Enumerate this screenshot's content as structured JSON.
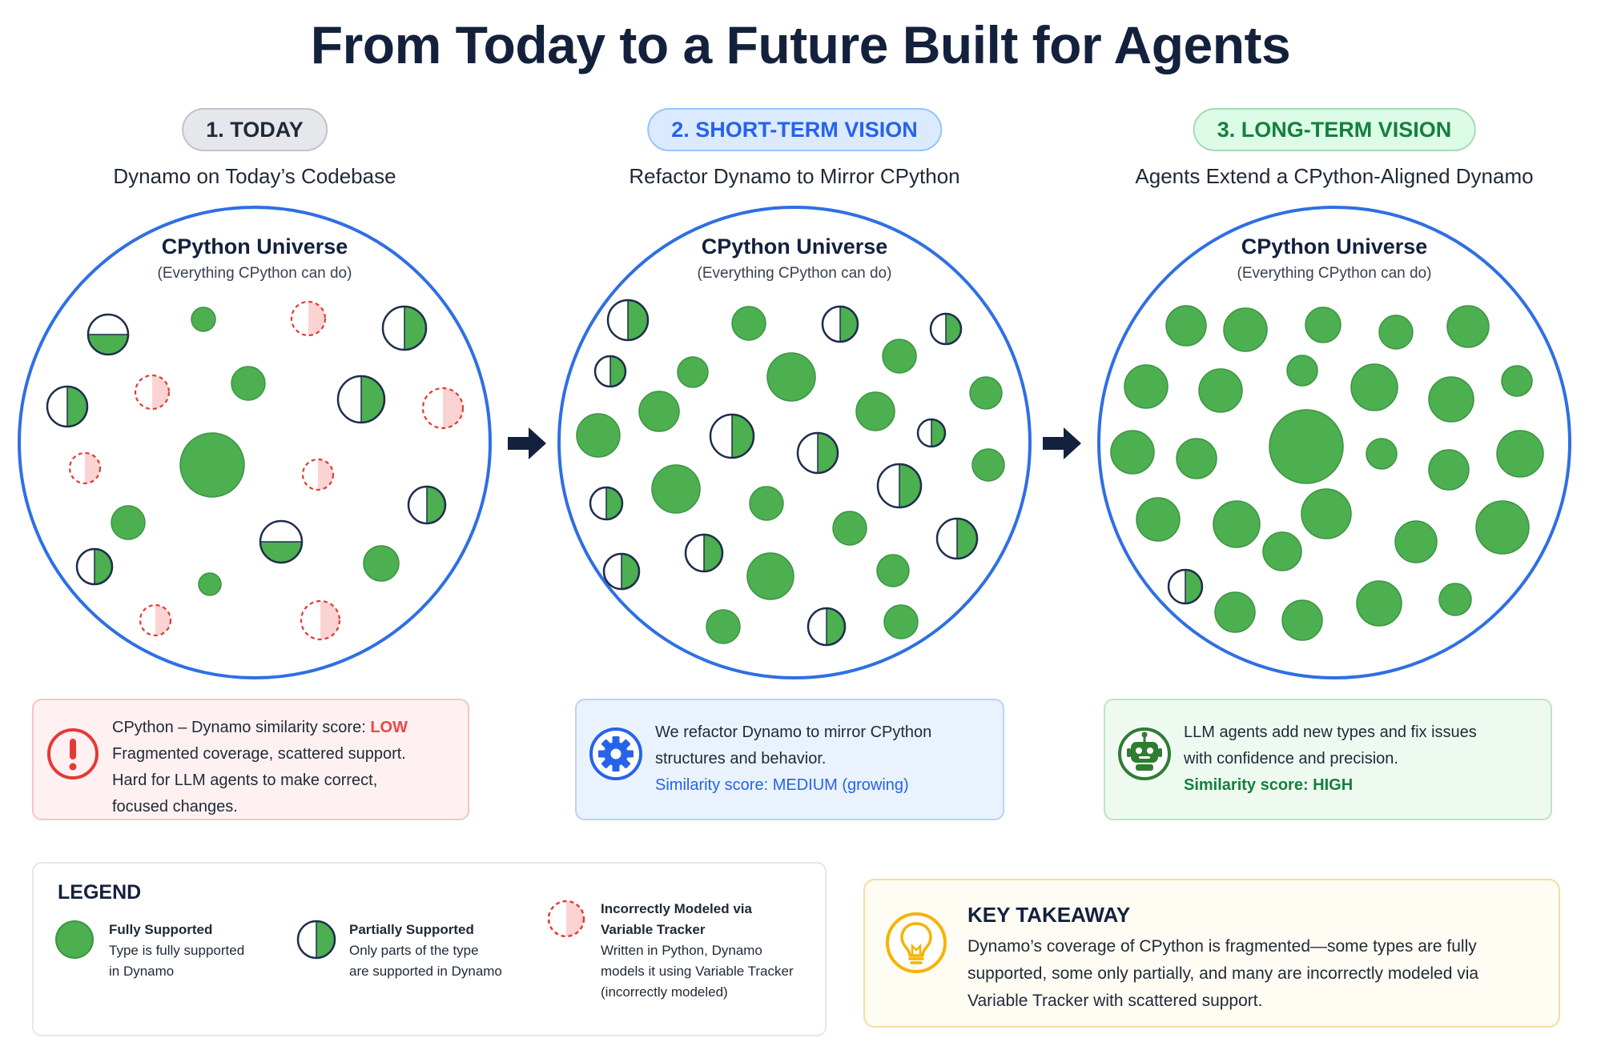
{
  "title": "From Today to a Future Built for Agents",
  "colors": {
    "supported": "#4caf50",
    "supported_stroke": "#3d9443",
    "partial_outline": "#1f2d4d",
    "incorrect_outline": "#e53935",
    "incorrect_fill": "#fbd3d3",
    "universe_ring": "#2f6fe4",
    "arrow": "#14213d"
  },
  "columns": [
    {
      "badge": "1. TODAY",
      "subtitle": "Dynamo on Today’s Codebase",
      "universe_title": "CPython Universe",
      "universe_subtitle": "(Everything CPython can do)",
      "note": {
        "line1_prefix": "CPython – Dynamo similarity score: ",
        "line1_score": "LOW",
        "line2": "Fragmented coverage, scattered support.",
        "line3": "Hard for LLM agents to make correct,",
        "line4": "focused changes."
      }
    },
    {
      "badge": "2. SHORT-TERM VISION",
      "subtitle": "Refactor Dynamo to Mirror CPython",
      "universe_title": "CPython Universe",
      "universe_subtitle": "(Everything CPython can do)",
      "note": {
        "line1": "We refactor Dynamo to mirror CPython",
        "line2": "structures and behavior.",
        "line3": "Similarity score: MEDIUM (growing)"
      }
    },
    {
      "badge": "3. LONG-TERM VISION",
      "subtitle": "Agents Extend a CPython-Aligned Dynamo",
      "universe_title": "CPython Universe",
      "universe_subtitle": "(Everything CPython can do)",
      "note": {
        "line1": "LLM agents add new types and fix issues",
        "line2": "with confidence and precision.",
        "line3": "Similarity score: HIGH"
      }
    }
  ],
  "legend": {
    "title": "LEGEND",
    "items": [
      {
        "head": "Fully Supported",
        "desc1": "Type is fully supported",
        "desc2": "in Dynamo"
      },
      {
        "head": "Partially Supported",
        "desc1": "Only parts of the type",
        "desc2": "are supported in Dynamo"
      },
      {
        "head1": "Incorrectly Modeled via",
        "head2": "Variable Tracker",
        "desc1": "Written in Python, Dynamo",
        "desc2": "models it using Variable Tracker",
        "desc3": "(incorrectly modeled)"
      }
    ]
  },
  "takeaway": {
    "title": "KEY TAKEAWAY",
    "text": "Dynamo’s coverage of CPython is fragmented—some types are fully supported, some only partially, and many are incorrectly modeled via Variable Tracker with scattered support."
  }
}
